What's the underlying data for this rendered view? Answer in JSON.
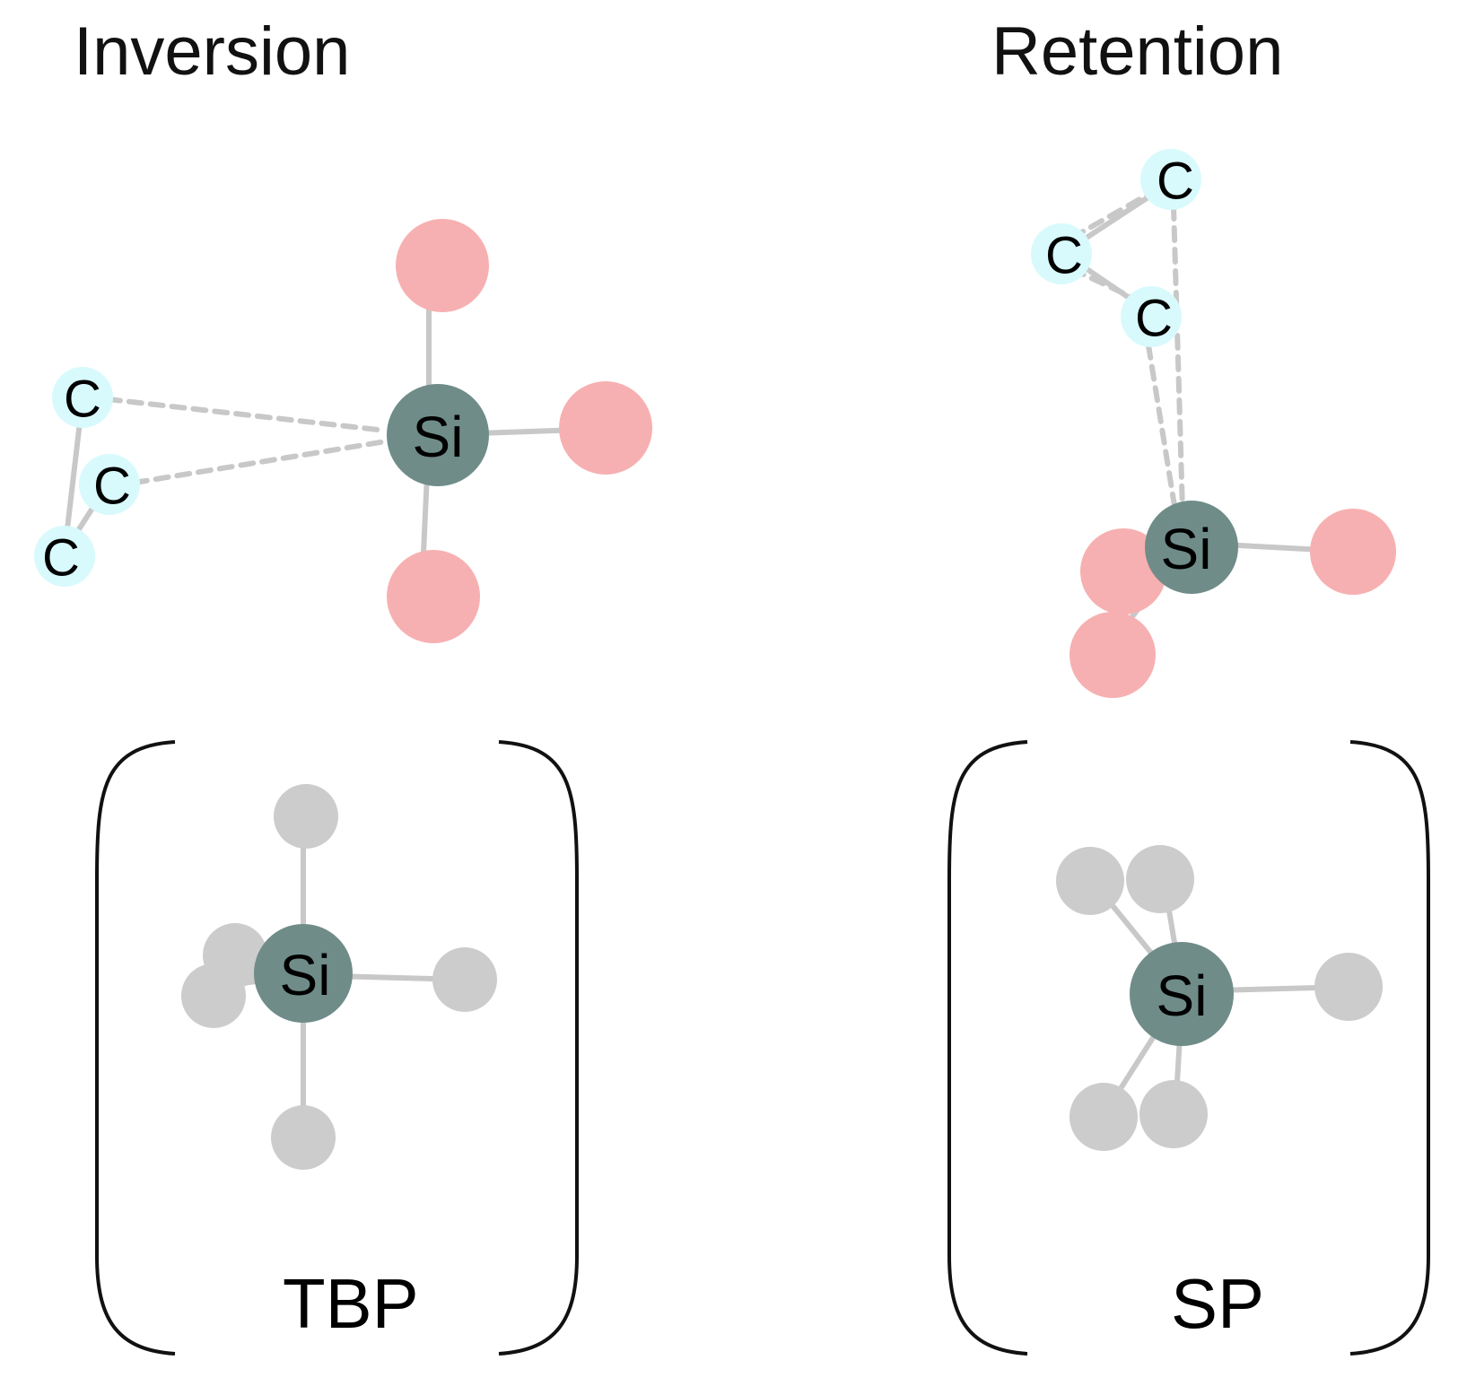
{
  "panels": {
    "inversion": {
      "title": "Inversion",
      "center_label": "Si",
      "ring_label": "C",
      "ts_center_label": "Si",
      "ts_geometry": "TBP"
    },
    "retention": {
      "title": "Retention",
      "center_label": "Si",
      "ring_label": "C",
      "ts_center_label": "Si",
      "ts_geometry": "SP"
    }
  },
  "colors": {
    "silicon": "#6f8c89",
    "carbon": "#d8fafc",
    "oxygen": "#f7b0b1",
    "ligand_ts": "#cccccc",
    "bond": "#c8c8c8"
  }
}
